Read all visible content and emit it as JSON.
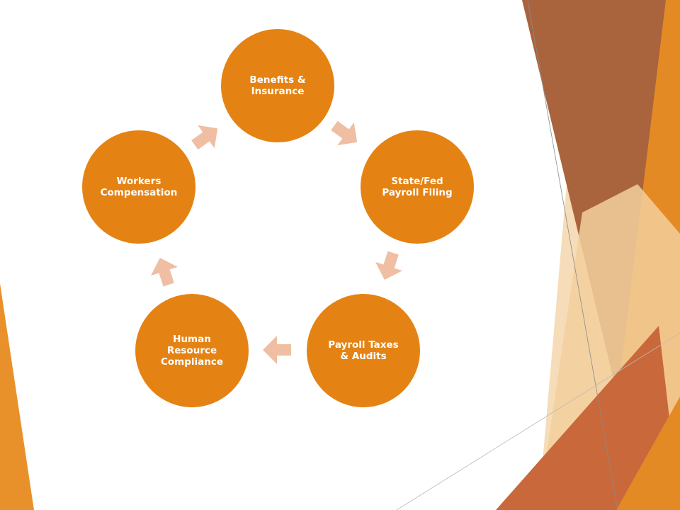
{
  "diagram": {
    "type": "cycle",
    "nodes": [
      {
        "id": "benefits",
        "label": "Benefits &\nInsurance"
      },
      {
        "id": "state-fed",
        "label": "State/Fed\nPayroll Filing"
      },
      {
        "id": "payroll-taxes",
        "label": "Payroll Taxes\n& Audits"
      },
      {
        "id": "hr-compliance",
        "label": "Human\nResource\nCompliance"
      },
      {
        "id": "workers-comp",
        "label": "Workers\nCompensation"
      }
    ],
    "edges": [
      {
        "from": "benefits",
        "to": "state-fed"
      },
      {
        "from": "state-fed",
        "to": "payroll-taxes"
      },
      {
        "from": "payroll-taxes",
        "to": "hr-compliance"
      },
      {
        "from": "hr-compliance",
        "to": "workers-comp"
      },
      {
        "from": "workers-comp",
        "to": "benefits"
      }
    ]
  },
  "colors": {
    "node_fill": "#e48314",
    "node_text": "#ffffff",
    "arrow_fill": "#efbea3",
    "accent_orange": "#e8912a",
    "accent_brown": "#a9643d",
    "accent_light": "#f3cf9c",
    "accent_rust": "#c9683a"
  }
}
